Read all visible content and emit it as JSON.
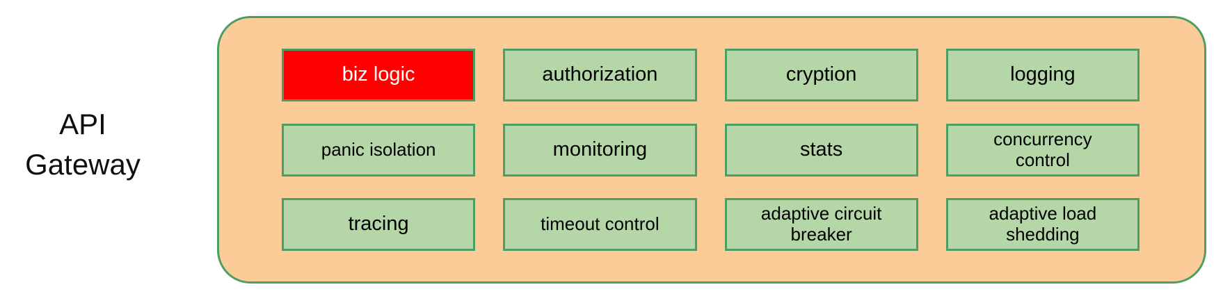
{
  "label": {
    "title": "API\nGateway"
  },
  "gateway": {
    "container_fill": "#fbcb98",
    "container_border": "#4e9d64",
    "box_fill": "#b5d7a8",
    "box_border": "#4e9d64",
    "highlight_fill": "#ff0000",
    "highlight_text_color": "#ffffff",
    "boxes": [
      {
        "label": "biz logic"
      },
      {
        "label": "authorization"
      },
      {
        "label": "cryption"
      },
      {
        "label": "logging"
      },
      {
        "label": "panic isolation"
      },
      {
        "label": "monitoring"
      },
      {
        "label": "stats"
      },
      {
        "label": "concurrency\ncontrol"
      },
      {
        "label": "tracing"
      },
      {
        "label": "timeout control"
      },
      {
        "label": "adaptive circuit\nbreaker"
      },
      {
        "label": "adaptive load\nshedding"
      }
    ]
  }
}
